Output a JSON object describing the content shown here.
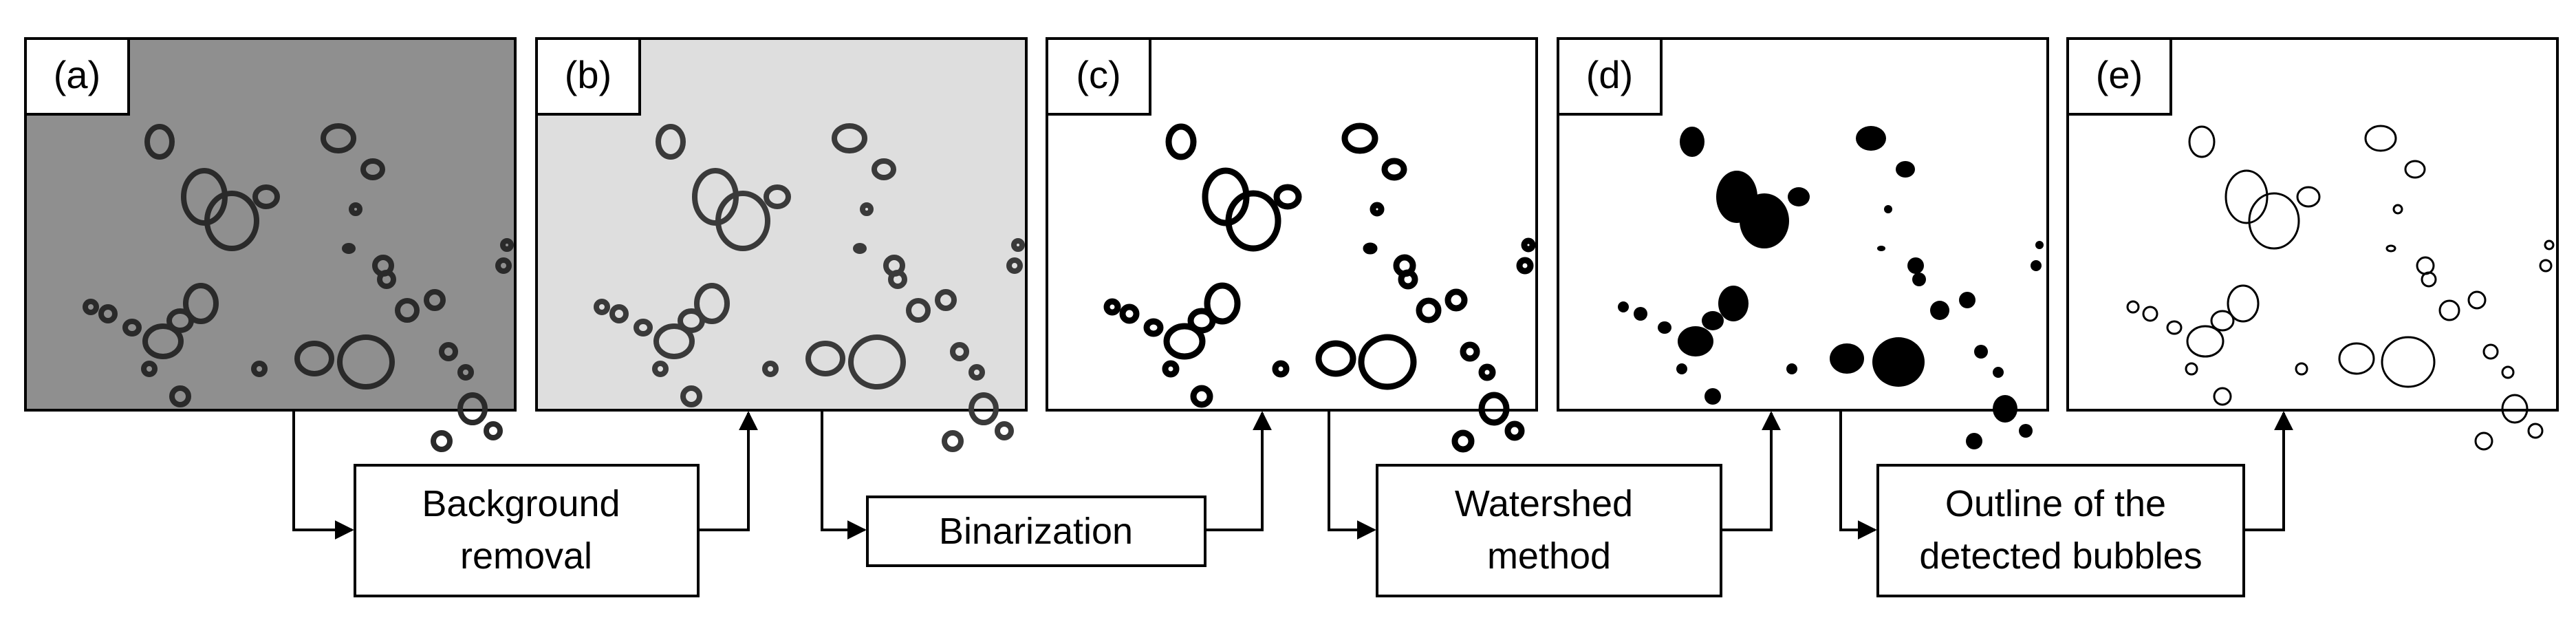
{
  "panels": [
    {
      "label": "(a)",
      "background": "#8f8f8f"
    },
    {
      "label": "(b)",
      "background": "#dedede"
    },
    {
      "label": "(c)",
      "background": "#ffffff"
    },
    {
      "label": "(d)",
      "background": "#ffffff"
    },
    {
      "label": "(e)",
      "background": "#ffffff"
    }
  ],
  "steps": [
    {
      "lines": [
        "Background",
        "removal"
      ]
    },
    {
      "lines": [
        "Binarization"
      ]
    },
    {
      "lines": [
        "Watershed",
        "method"
      ]
    },
    {
      "lines": [
        "Outline of the",
        "detected bubbles"
      ]
    }
  ]
}
